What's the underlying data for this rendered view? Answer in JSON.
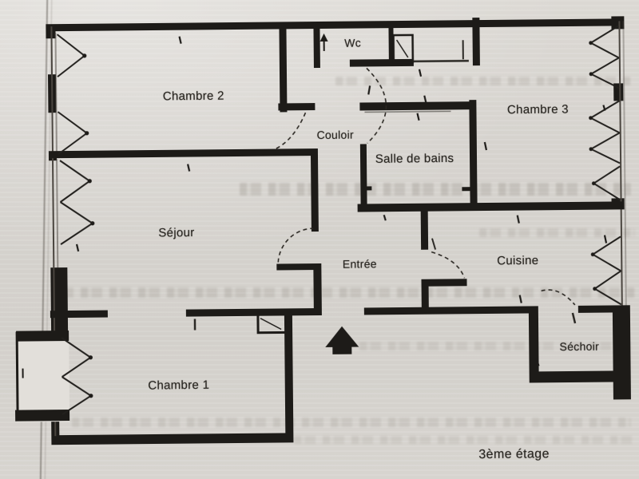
{
  "floor_plan": {
    "rooms": {
      "chambre2": {
        "label": "Chambre 2"
      },
      "chambre3": {
        "label": "Chambre 3"
      },
      "wc": {
        "label": "Wc"
      },
      "couloir": {
        "label": "Couloir"
      },
      "salle_de_bains": {
        "label": "Salle de bains"
      },
      "sejour": {
        "label": "Séjour"
      },
      "entree": {
        "label": "Entrée"
      },
      "cuisine": {
        "label": "Cuisine"
      },
      "chambre1": {
        "label": "Chambre 1"
      },
      "sechoir": {
        "label": "Séchoir"
      }
    },
    "floor_label": "3ème étage",
    "colors": {
      "ink": "#1d1b18",
      "paper": "#d6d3ce"
    }
  }
}
